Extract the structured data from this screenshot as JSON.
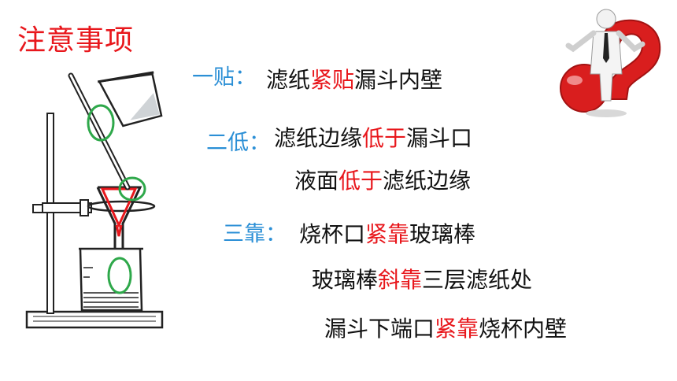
{
  "title": "注意事项",
  "colors": {
    "title": "#e8171c",
    "label": "#2b8fd6",
    "highlight": "#e8171c",
    "text": "#111111",
    "circle": "#2ea84a"
  },
  "rules": {
    "one": {
      "label": "一贴：",
      "line1": {
        "pre": "滤纸",
        "hl": "紧贴",
        "post": "漏斗内壁"
      }
    },
    "two": {
      "label": "二低：",
      "line1": {
        "pre": "滤纸边缘",
        "hl": "低于",
        "post": "漏斗口"
      },
      "line2": {
        "pre": "液面",
        "hl": "低于",
        "post": "滤纸边缘"
      }
    },
    "three": {
      "label": "三靠：",
      "line1": {
        "pre": "烧杯口",
        "hl": "紧靠",
        "post": "玻璃棒"
      },
      "line2": {
        "pre": "玻璃棒",
        "hl": "斜靠",
        "post": "三层滤纸处"
      },
      "line3": {
        "pre": "漏斗下端口",
        "hl": "紧靠",
        "post": "烧杯内壁"
      }
    }
  },
  "icons": {
    "apparatus": "filtration-apparatus-illustration",
    "thinker": "question-mark-figure-illustration"
  }
}
